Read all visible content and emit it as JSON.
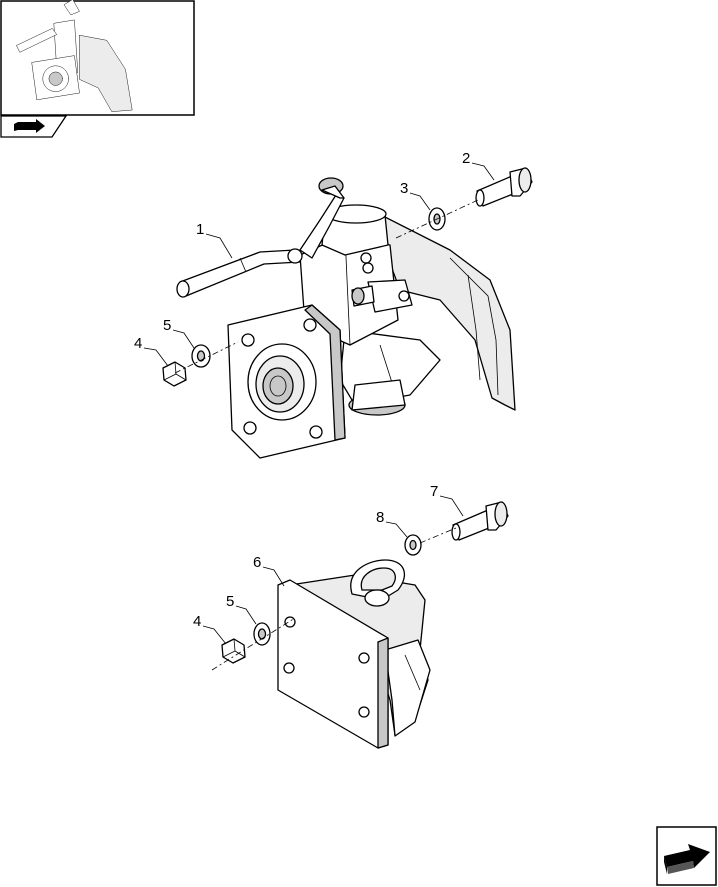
{
  "callouts": {
    "c1": "1",
    "c2": "2",
    "c3": "3",
    "c4_top": "4",
    "c5_top": "5",
    "c6": "6",
    "c7": "7",
    "c8": "8",
    "c5_bottom": "5",
    "c4_bottom": "4"
  },
  "icons": {
    "thumbnail_marker": "book-arrow-icon",
    "next_page": "next-arrow-icon"
  }
}
